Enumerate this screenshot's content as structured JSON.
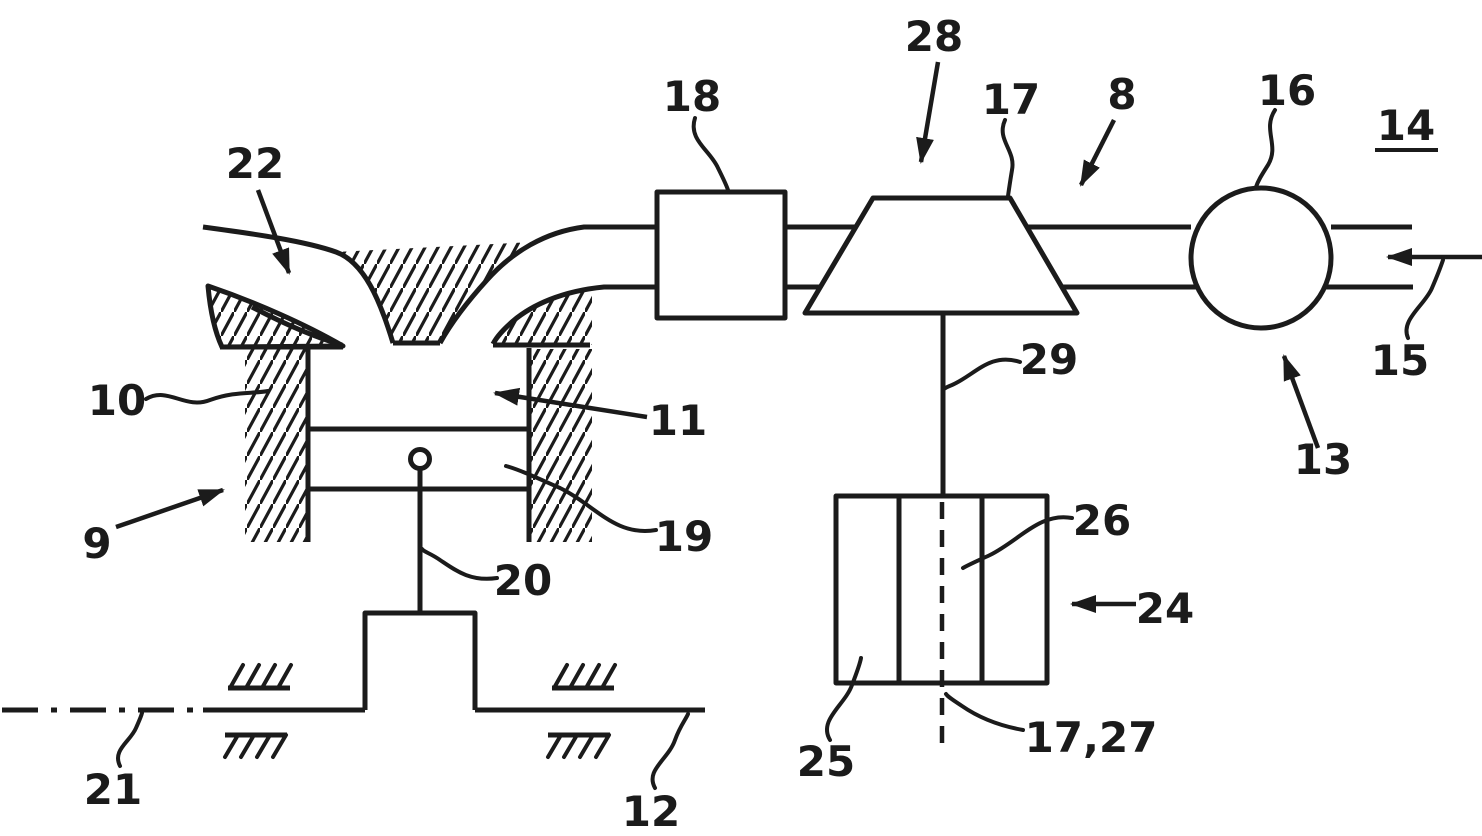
{
  "figure": {
    "background_color": "#ffffff",
    "line_color": "#1b1b1b",
    "labels": {
      "l8": "8",
      "l9": "9",
      "l10": "10",
      "l11": "11",
      "l12": "12",
      "l13": "13",
      "l14": "14",
      "l15": "15",
      "l16": "16",
      "l17": "17",
      "l18": "18",
      "l19": "19",
      "l20": "20",
      "l21": "21",
      "l22": "22",
      "l24": "24",
      "l25": "25",
      "l26": "26",
      "l28": "28",
      "l29": "29",
      "l17_27": "17,27"
    }
  }
}
